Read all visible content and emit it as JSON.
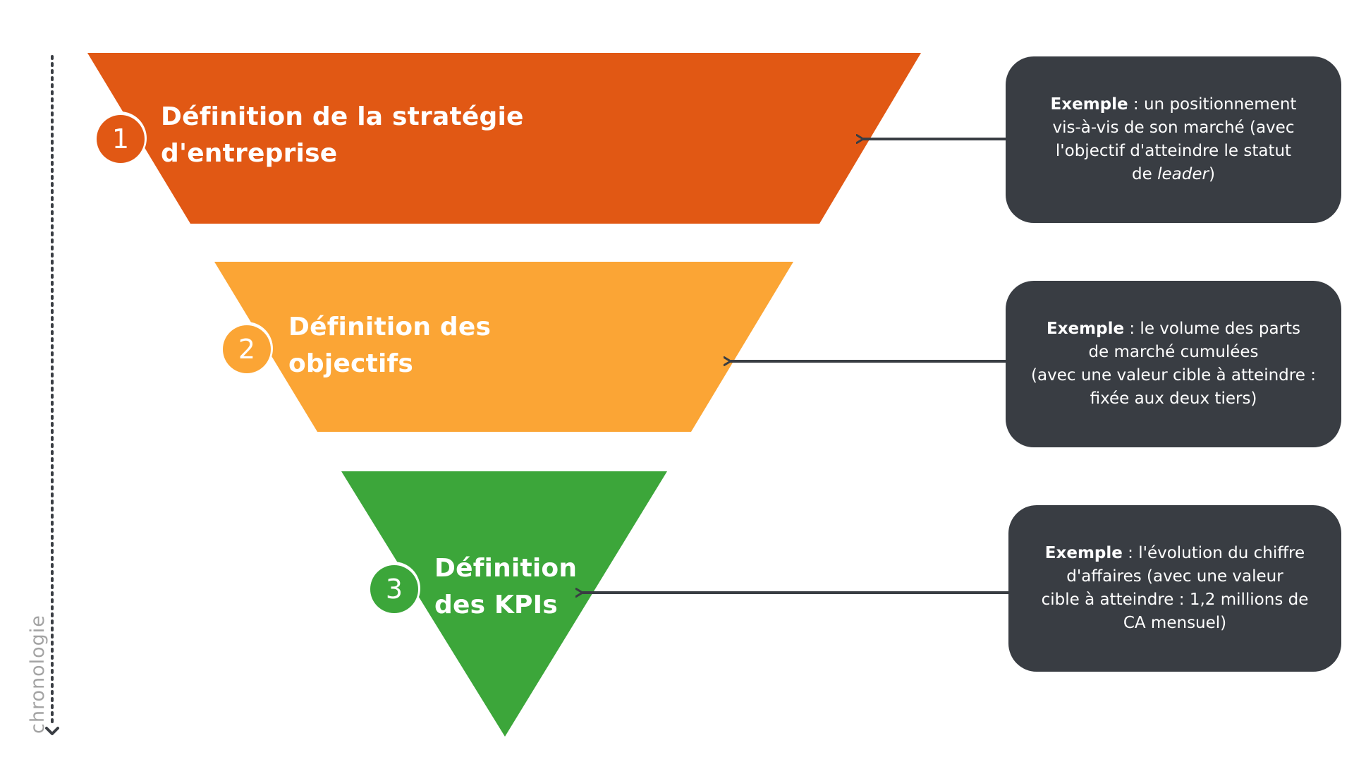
{
  "timeline": {
    "label": "chronologie"
  },
  "stages": [
    {
      "number": "1",
      "title_line1": "Définition de la stratégie",
      "title_line2": "d'entreprise",
      "color": "#e15814"
    },
    {
      "number": "2",
      "title_line1": "Définition des",
      "title_line2": "objectifs",
      "color": "#fba535"
    },
    {
      "number": "3",
      "title_line1": "Définition",
      "title_line2": "des KPIs",
      "color": "#3ca63a"
    }
  ],
  "examples": [
    {
      "keyword": "Exemple",
      "line1_rest": " : un positionnement",
      "line2": "vis-à-vis de son marché (avec",
      "line3": "l'objectif d'atteindre le statut",
      "line4_pre": "de ",
      "line4_italic": "leader",
      "line4_post": ")"
    },
    {
      "keyword": "Exemple",
      "line1_rest": " : le volume des parts",
      "line2": "de marché cumulées",
      "line3": "(avec une valeur cible à atteindre :",
      "line4": "fixée aux deux tiers)"
    },
    {
      "keyword": "Exemple",
      "line1_rest": " : l'évolution du chiffre",
      "line2": "d'affaires (avec une  valeur",
      "line3": "cible à atteindre : 1,2 millions de",
      "line4": "CA mensuel)"
    }
  ],
  "colors": {
    "box_background": "#393d43",
    "arrow": "#393d43",
    "timeline": "#393d43",
    "timeline_label": "#a3a3a3"
  }
}
